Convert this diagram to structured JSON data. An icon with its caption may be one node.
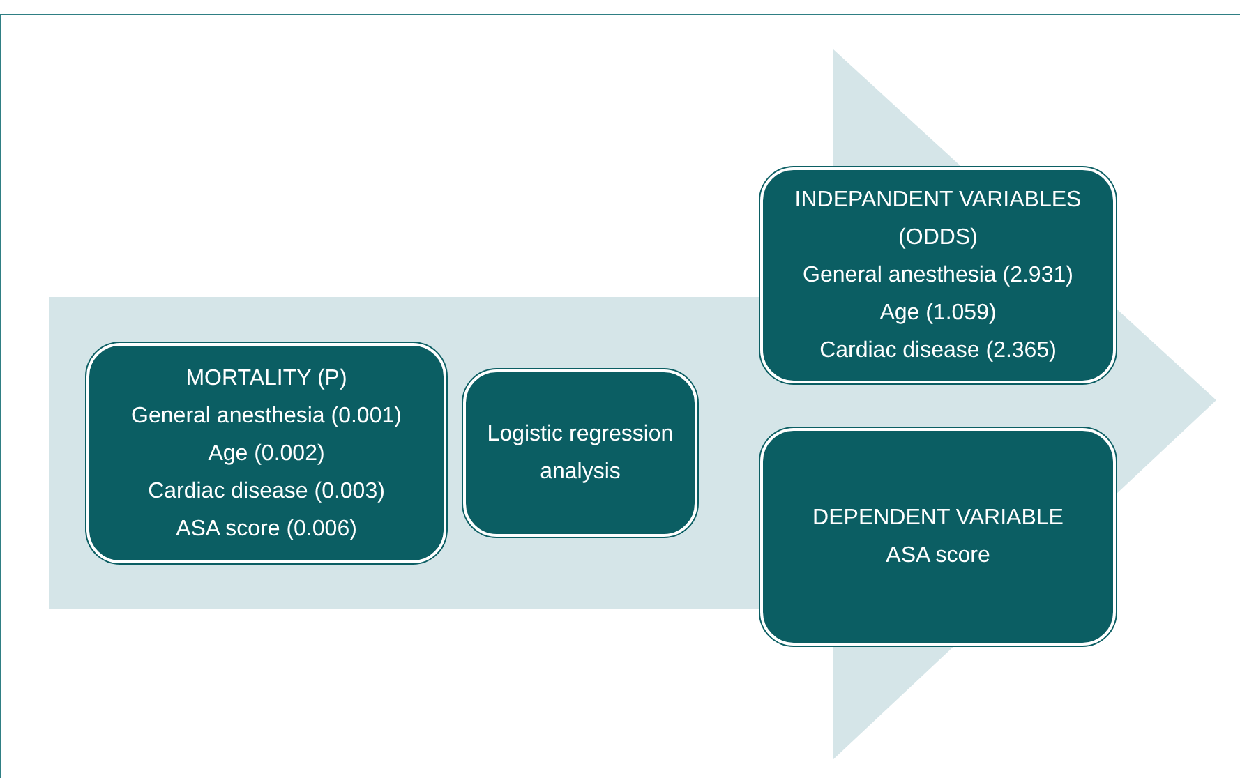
{
  "diagram": {
    "nodes": [
      {
        "text": [
          "MORTALITY (P)",
          "General anesthesia (0.001)",
          "Age (0.002)",
          "Cardiac disease (0.003)",
          "ASA score (0.006)"
        ]
      },
      {
        "text": [
          "Logistic regression analysis"
        ]
      },
      {
        "text": [
          "INDEPANDENT VARIABLES (ODDS)",
          "General anesthesia (2.931)",
          "Age (1.059)",
          "Cardiac disease (2.365)"
        ]
      },
      {
        "text": [
          "DEPENDENT VARIABLE",
          "ASA score"
        ]
      }
    ]
  }
}
